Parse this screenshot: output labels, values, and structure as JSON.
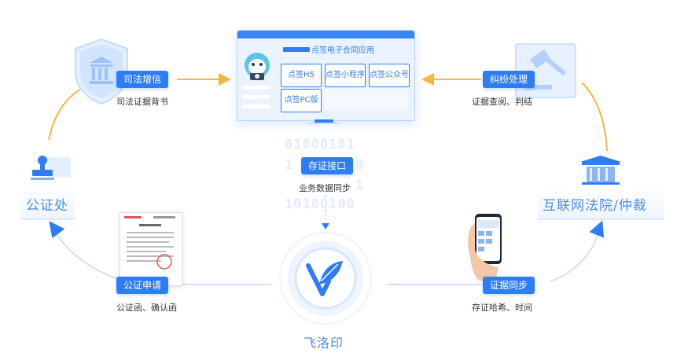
{
  "app": {
    "title": "点签电子合同应用",
    "buttons": [
      "点签H5",
      "点签小程序",
      "点签公众号",
      "点签PC版"
    ]
  },
  "center": {
    "tag": "存证接口",
    "caption": "业务数据同步",
    "brand": "飞洛印",
    "binary_lines": [
      "01000101",
      "1",
      "0",
      "1",
      "10100100"
    ]
  },
  "nodes": {
    "judicial": {
      "tag": "司法增信",
      "caption": "司法证据背书"
    },
    "dispute": {
      "tag": "纠纷处理",
      "caption": "证据查阅、判结"
    },
    "notary_office": {
      "label": "公证处"
    },
    "court": {
      "label": "互联网法院/仲裁"
    },
    "notary_apply": {
      "tag": "公证申请",
      "caption": "公证函、确认函"
    },
    "evidence_sync": {
      "tag": "证据同步",
      "caption": "存证哈希、时间"
    }
  },
  "colors": {
    "primary": "#2f7df6",
    "accent": "#f5b73b",
    "light": "#cfe0fb"
  }
}
